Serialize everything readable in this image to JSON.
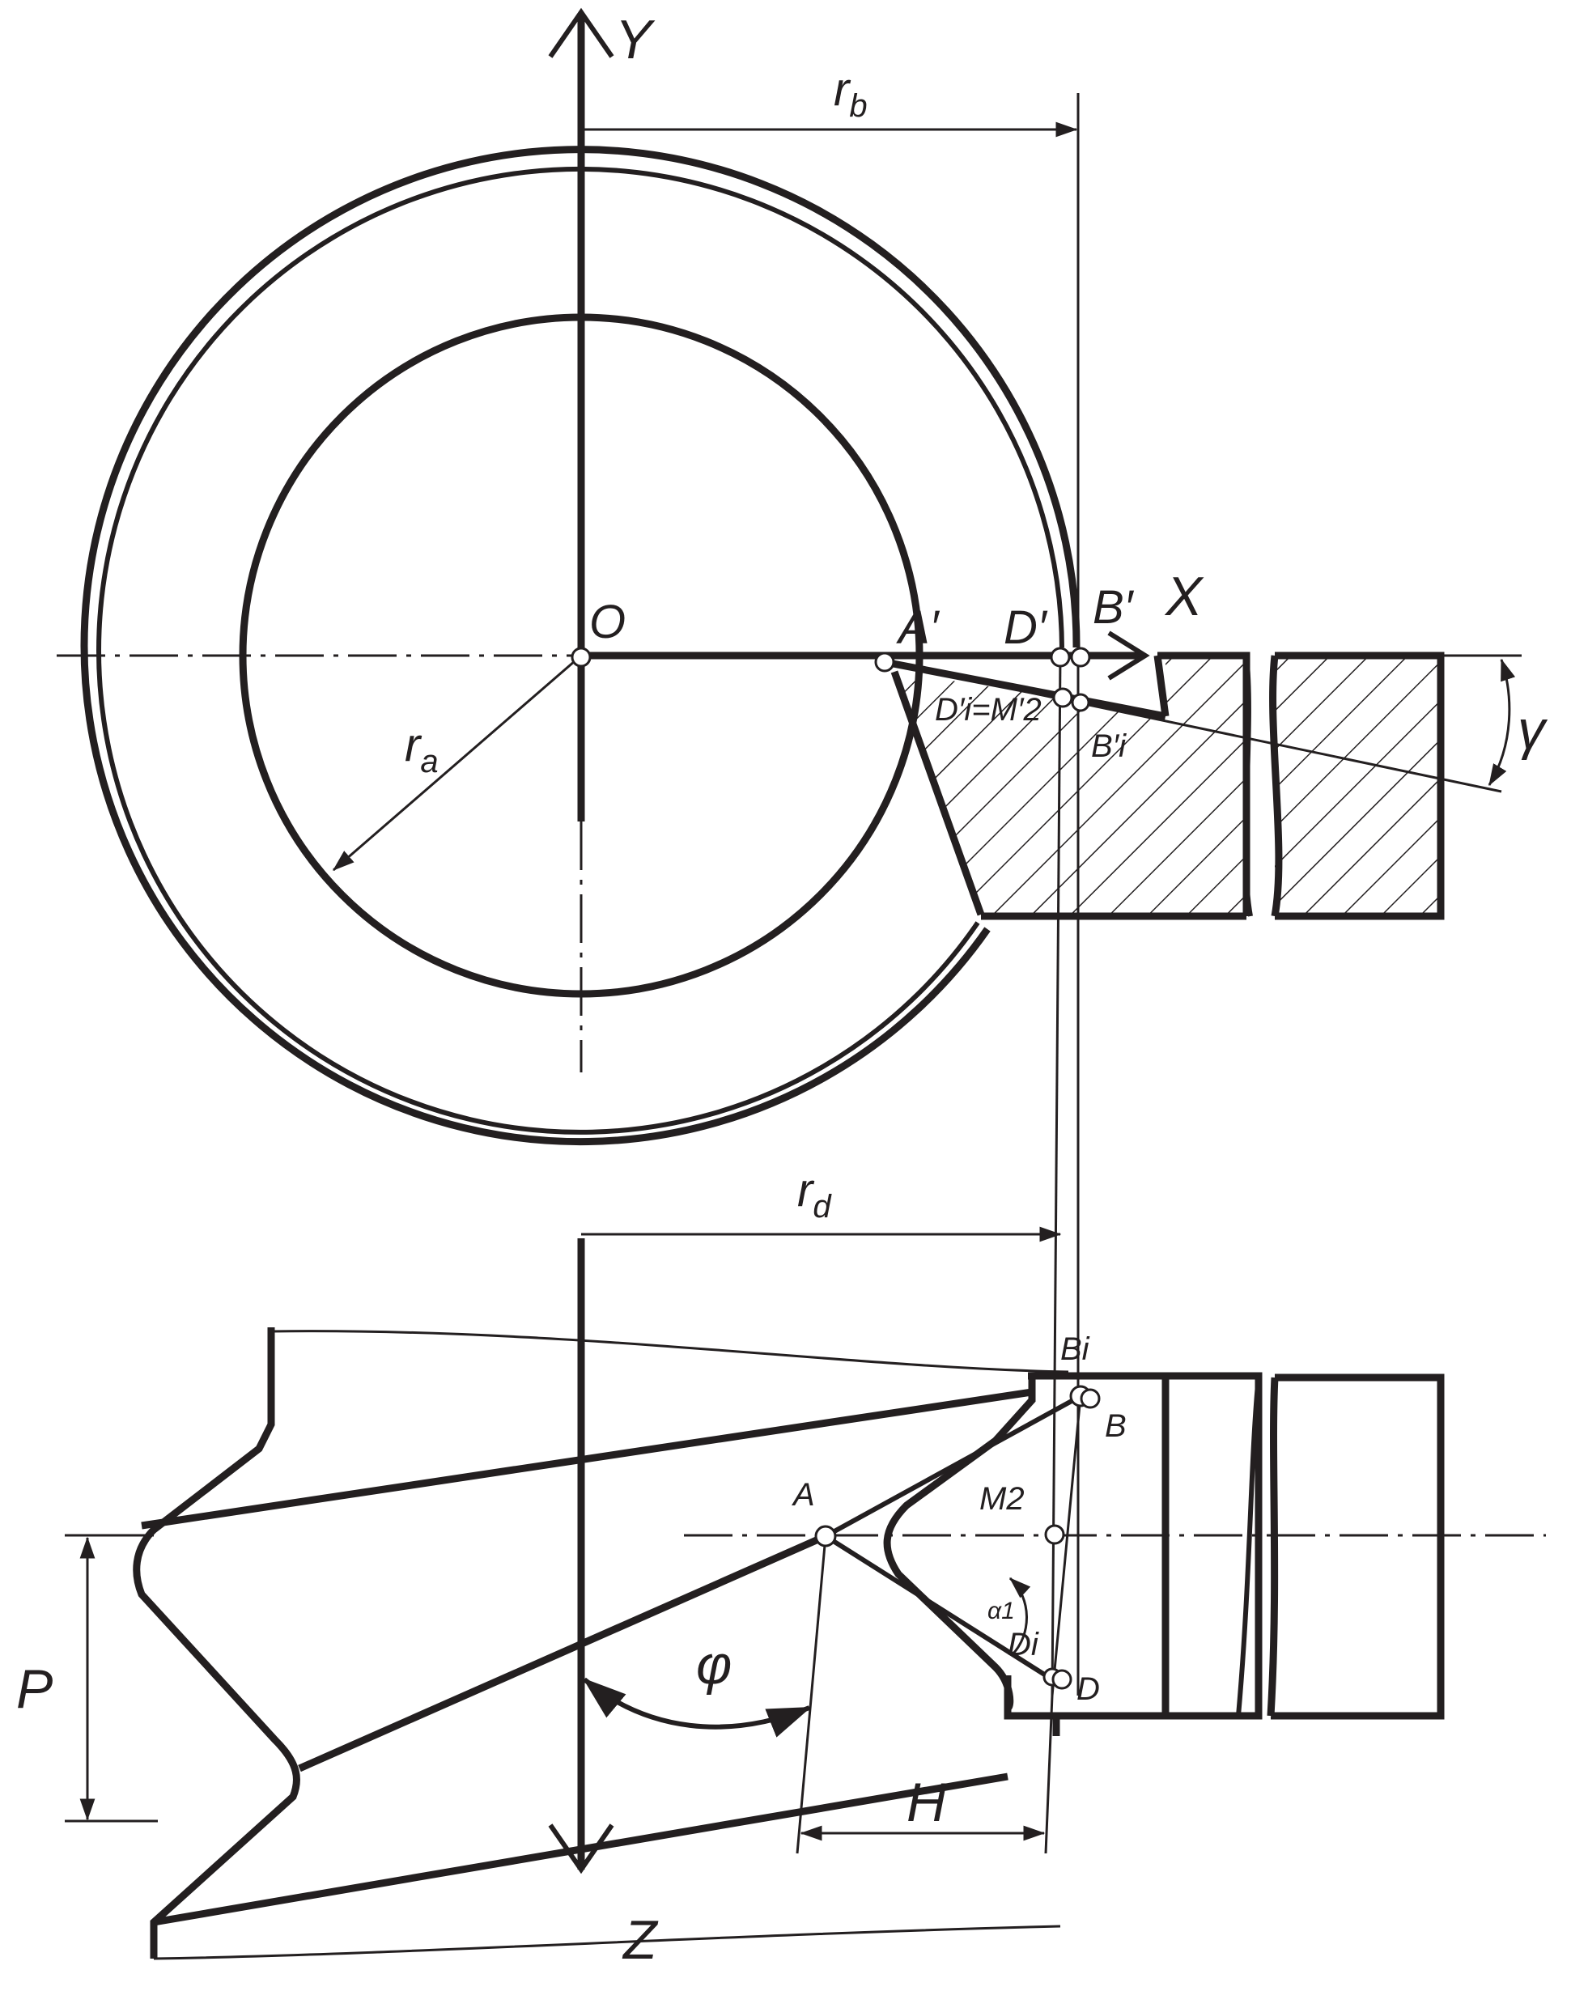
{
  "labels": {
    "Y": "Y",
    "X": "X",
    "Z": "Z",
    "O": "O",
    "r_b_base": "r",
    "r_b_sub": "b",
    "r_a_base": "r",
    "r_a_sub": "a",
    "r_d_base": "r",
    "r_d_sub": "d",
    "A_prime": "A′",
    "D_prime": "D′",
    "B_prime": "B′",
    "Di_prime_eq_M2_prime": "D′i=M′2",
    "Bi_prime": "B′i",
    "gamma": "γ",
    "Bi": "Bi",
    "B": "B",
    "A": "A",
    "M2": "M2",
    "alpha1": "α1",
    "Di": "Di",
    "D": "D",
    "P": "P",
    "phi": "φ",
    "H": "H"
  }
}
